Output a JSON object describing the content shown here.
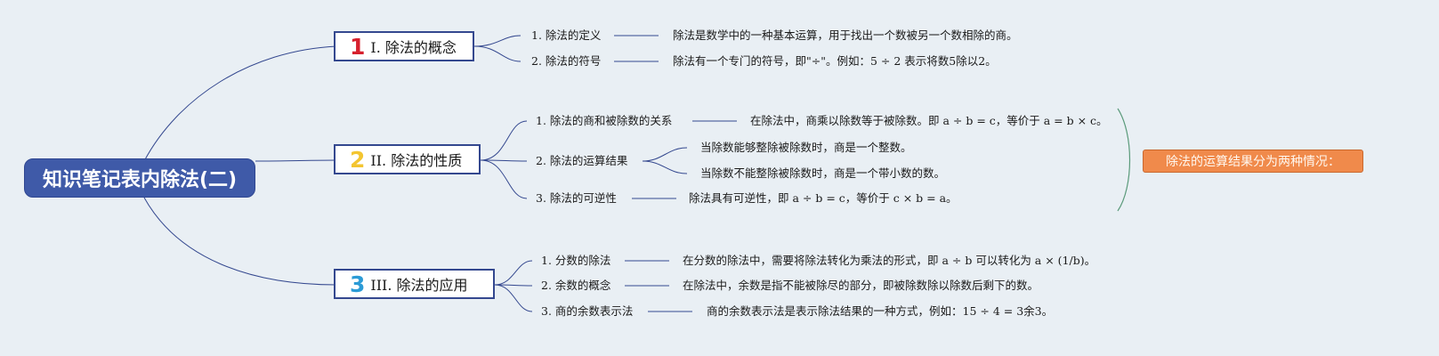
{
  "root": "知识笔记表内除法(二)",
  "branches": [
    {
      "number": "1",
      "title": "I. 除法的概念",
      "items": [
        {
          "label": "1. 除法的定义",
          "detail": "除法是数学中的一种基本运算，用于找出一个数被另一个数相除的商。"
        },
        {
          "label": "2. 除法的符号",
          "detail": "除法有一个专门的符号，即\"÷\"。例如：5 ÷ 2 表示将数5除以2。"
        }
      ]
    },
    {
      "number": "2",
      "title": "II. 除法的性质",
      "items": [
        {
          "label": "1. 除法的商和被除数的关系",
          "detail": "在除法中，商乘以除数等于被除数。即 a ÷ b = c，等价于 a = b × c。"
        },
        {
          "label": "2. 除法的运算结果",
          "details": [
            "当除数能够整除被除数时，商是一个整数。",
            "当除数不能整除被除数时，商是一个带小数的数。"
          ]
        },
        {
          "label": "3. 除法的可逆性",
          "detail": "除法具有可逆性，即 a ÷ b = c，等价于 c × b = a。"
        }
      ]
    },
    {
      "number": "3",
      "title": "III. 除法的应用",
      "items": [
        {
          "label": "1. 分数的除法",
          "detail": "在分数的除法中，需要将除法转化为乘法的形式，即 a ÷ b 可以转化为 a × (1/b)。"
        },
        {
          "label": "2. 余数的概念",
          "detail": "在除法中，余数是指不能被除尽的部分，即被除数除以除数后剩下的数。"
        },
        {
          "label": "3. 商的余数表示法",
          "detail": "商的余数表示法是表示除法结果的一种方式，例如：15 ÷ 4 = 3余3。"
        }
      ]
    }
  ],
  "summary_note": "除法的运算结果分为两种情况：",
  "colors": {
    "root_fill": "#3f5aa8",
    "branch_border": "#34488f",
    "note_fill": "#f08a4b",
    "connector": "#34488f",
    "bracket": "#5a9a7a"
  }
}
